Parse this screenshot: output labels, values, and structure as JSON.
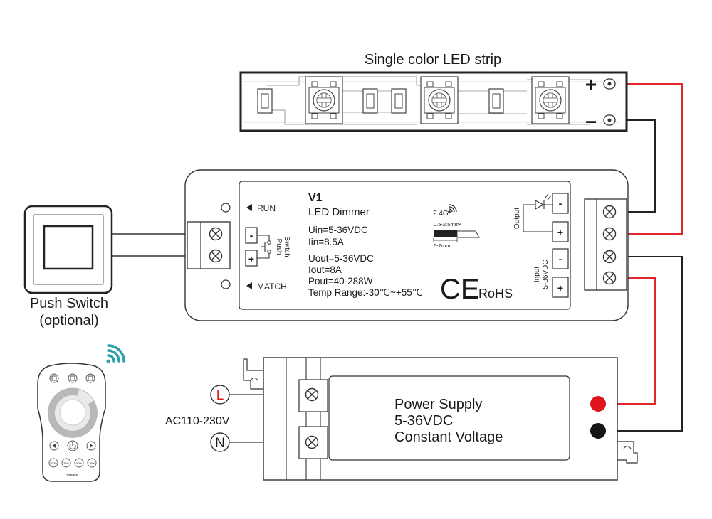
{
  "strip": {
    "title": "Single color LED strip",
    "plus": "+",
    "minus": "–"
  },
  "dimmer": {
    "model": "V1",
    "name": "LED Dimmer",
    "uin": "Uin=5-36VDC",
    "iin": "Iin=8.5A",
    "uout": "Uout=5-36VDC",
    "iout": "Iout=8A",
    "pout": "Pout=40-288W",
    "temp": "Temp Range:-30℃~+55℃",
    "run": "RUN",
    "match": "MATCH",
    "push_line1": "Push",
    "push_line2": "Switch",
    "minus_sym": "-",
    "plus_sym": "+",
    "rf": "2.4G",
    "wire_gauge": "0.5-2.5mm²",
    "strip_len": "6-7mm",
    "ce": "CE",
    "rohs": "RoHS",
    "output_label": "Output",
    "input_label": "Input",
    "input_voltage": "5-36VDC"
  },
  "push_switch": {
    "line1": "Push Switch",
    "line2": "(optional)"
  },
  "remote": {
    "btn_labels": [
      "100%",
      "75%",
      "50%",
      "25%"
    ],
    "brand": "DIMMER"
  },
  "power_supply": {
    "line1": "Power Supply",
    "line2": "5-36VDC",
    "line3": "Constant Voltage",
    "ac_label": "AC110-230V",
    "l_label": "L",
    "n_label": "N"
  },
  "colors": {
    "red_wire": "#e0262b",
    "black_wire": "#222222",
    "outline": "#333333",
    "red_dot": "#e0141e"
  }
}
